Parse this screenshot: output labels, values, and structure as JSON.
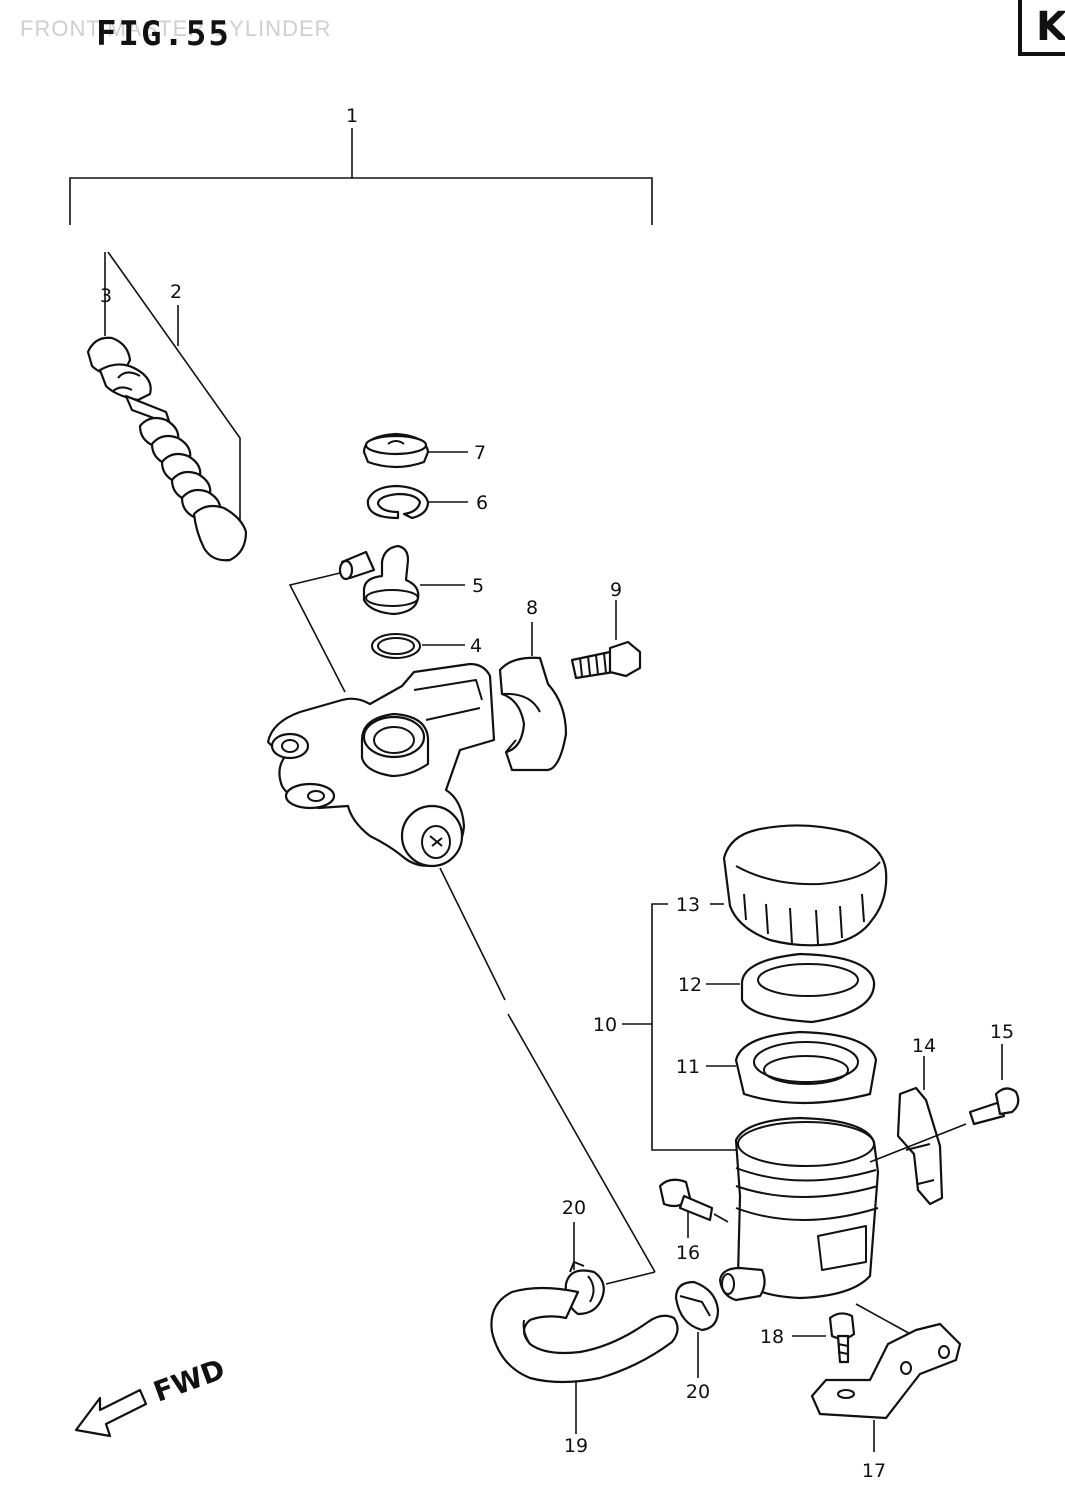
{
  "header": {
    "ghost_title": "FRONT MASTER CYLINDER",
    "figure_label": "FIG.55",
    "section_tab": "K"
  },
  "direction": {
    "label": "FWD"
  },
  "callouts": [
    "1",
    "2",
    "3",
    "4",
    "5",
    "6",
    "7",
    "8",
    "9",
    "10",
    "11",
    "12",
    "13",
    "14",
    "15",
    "16",
    "17",
    "18",
    "19",
    "20",
    "20"
  ]
}
